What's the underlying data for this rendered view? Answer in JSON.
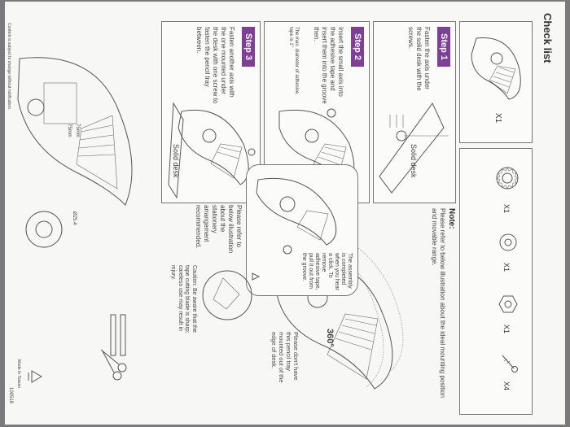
{
  "checklist": {
    "title": "Check list",
    "items": [
      {
        "icon": "rosette-clamp-icon",
        "qty": "X1"
      },
      {
        "icon": "round-nut-icon",
        "qty": "X1"
      },
      {
        "icon": "hex-nut-icon",
        "qty": "X1"
      },
      {
        "icon": "screw-icon",
        "qty": "X4"
      }
    ]
  },
  "tray_qty": "X1",
  "step1": {
    "label": "Step 1",
    "text": "Fasten the axis under the solid desk with the screws.",
    "desk_label": "Solid desk"
  },
  "step2": {
    "label": "Step 2",
    "text": "Insert the small axis into the adhesive tape and insert them into the groove then.",
    "note": "The max. diameter of adhesive tape is 1\""
  },
  "step3": {
    "label": "Step 3",
    "text": "Fasten another axis with the one mounted under the desk with one screw to fasten the pencil tray between.",
    "desk_label": "Solid desk"
  },
  "note": {
    "label": "Note:",
    "text": "Please refer to below illustration about the ideal mounting position and movable range."
  },
  "assembly": {
    "text": "The assembly is completed when you hear a click. To remove adhesive tape, pull it out from the groove."
  },
  "rotation": {
    "degrees": "360°",
    "warning": "Please don't have this pencil tray mounted out of the edge of desk."
  },
  "caution": {
    "text": "Caution: Be aware that the tape cutting blade is sharp; careless use may result in injury."
  },
  "stationery": {
    "text": "Please refer to below illustration about the stationery arrangement recommended.",
    "dim_1": "75mm",
    "dim_2": "75mm",
    "dim_3": "Ø25.4"
  },
  "footer": {
    "disclaimer": "Content is subject to change without notification.",
    "made_in": "Made In Taiwan",
    "code": "100518"
  }
}
